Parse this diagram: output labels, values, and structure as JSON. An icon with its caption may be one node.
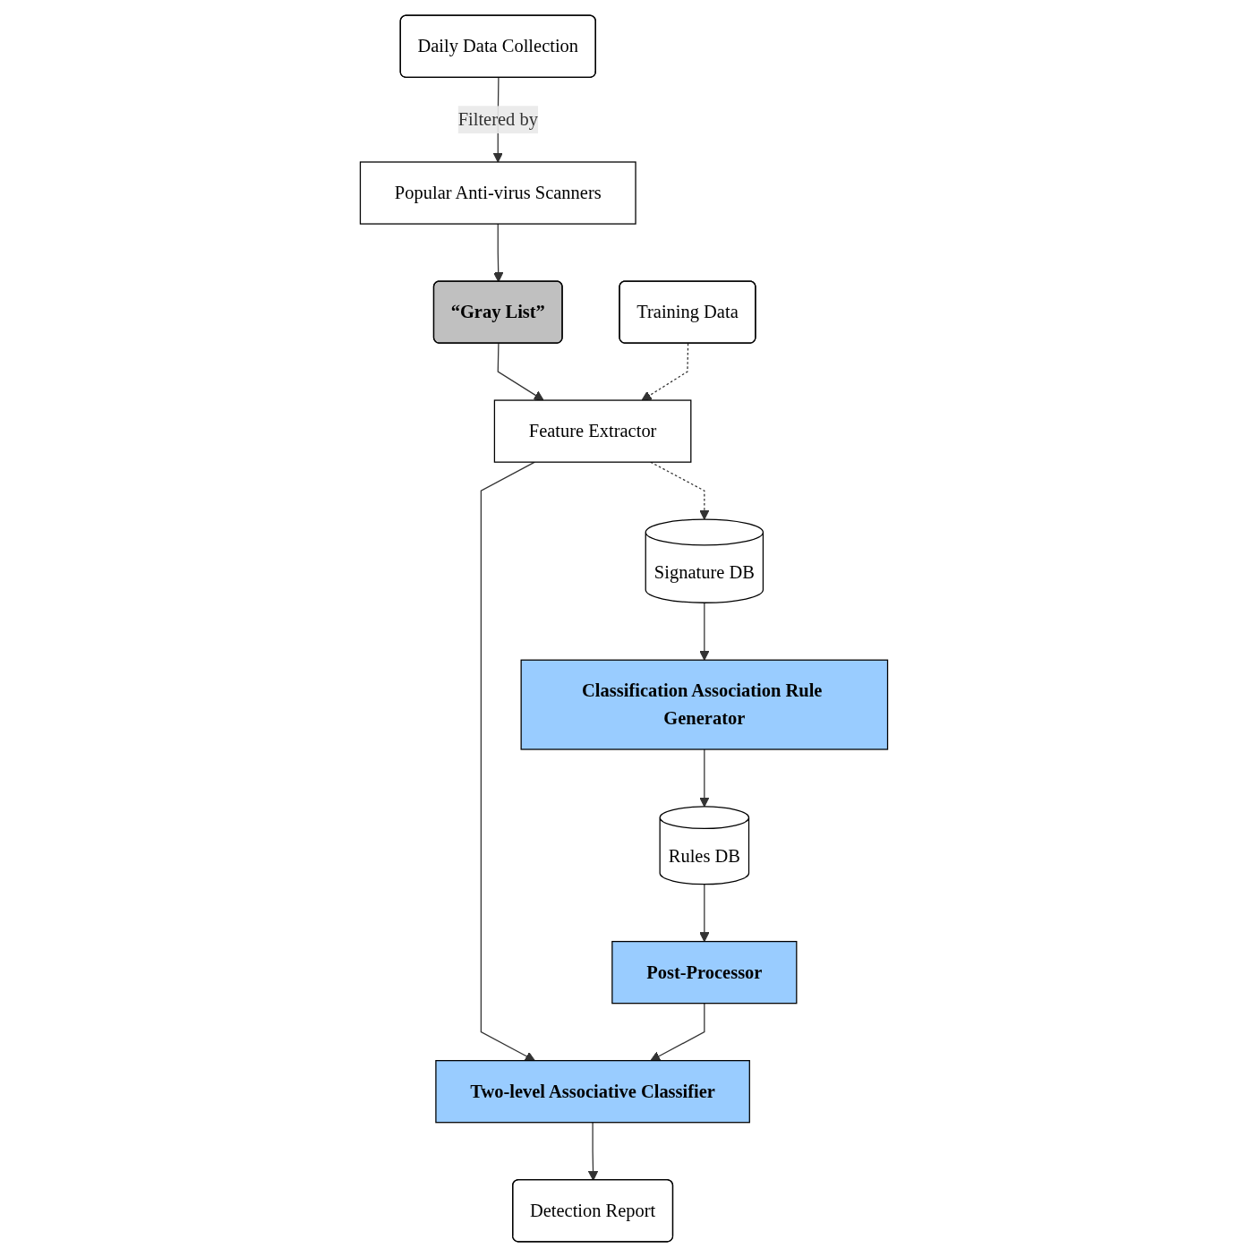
{
  "diagram": {
    "nodes": [
      {
        "text": [
          "Daily Data Collection"
        ]
      },
      {
        "text": [
          "Training Data"
        ]
      },
      {
        "text": [
          "Popular Anti-virus Scanners"
        ]
      },
      {
        "text": [
          "Signature DB"
        ]
      },
      {
        "text": [
          "“Gray List”"
        ]
      },
      {
        "text": [
          "Classification Association Rule Generator"
        ]
      },
      {
        "text": [
          "Rules DB"
        ]
      },
      {
        "text": [
          "Feature Extractor"
        ]
      },
      {
        "text": [
          "Post-Processor"
        ]
      },
      {
        "text": [
          "Two-level Associative Classifier"
        ]
      },
      {
        "text": [
          "Detection Report"
        ]
      }
    ],
    "edges": [
      {
        "from": 0,
        "to": 2,
        "arrow": "to",
        "label": "Filtered by"
      },
      {
        "from": 2,
        "to": 4,
        "arrow": "to"
      },
      {
        "from": 4,
        "to": 7,
        "arrow": "to"
      },
      {
        "from": 1,
        "to": 7,
        "arrow": "to",
        "style": "dashed"
      },
      {
        "from": 7,
        "to": 3,
        "arrow": "to",
        "style": "dashed"
      },
      {
        "from": 3,
        "to": 5,
        "arrow": "to"
      },
      {
        "from": 5,
        "to": 6,
        "arrow": "to"
      },
      {
        "from": 6,
        "to": 8,
        "arrow": "to"
      },
      {
        "from": 7,
        "to": 9,
        "arrow": "to"
      },
      {
        "from": 8,
        "to": 9,
        "arrow": "to"
      },
      {
        "from": 9,
        "to": 10,
        "arrow": "to"
      }
    ]
  }
}
